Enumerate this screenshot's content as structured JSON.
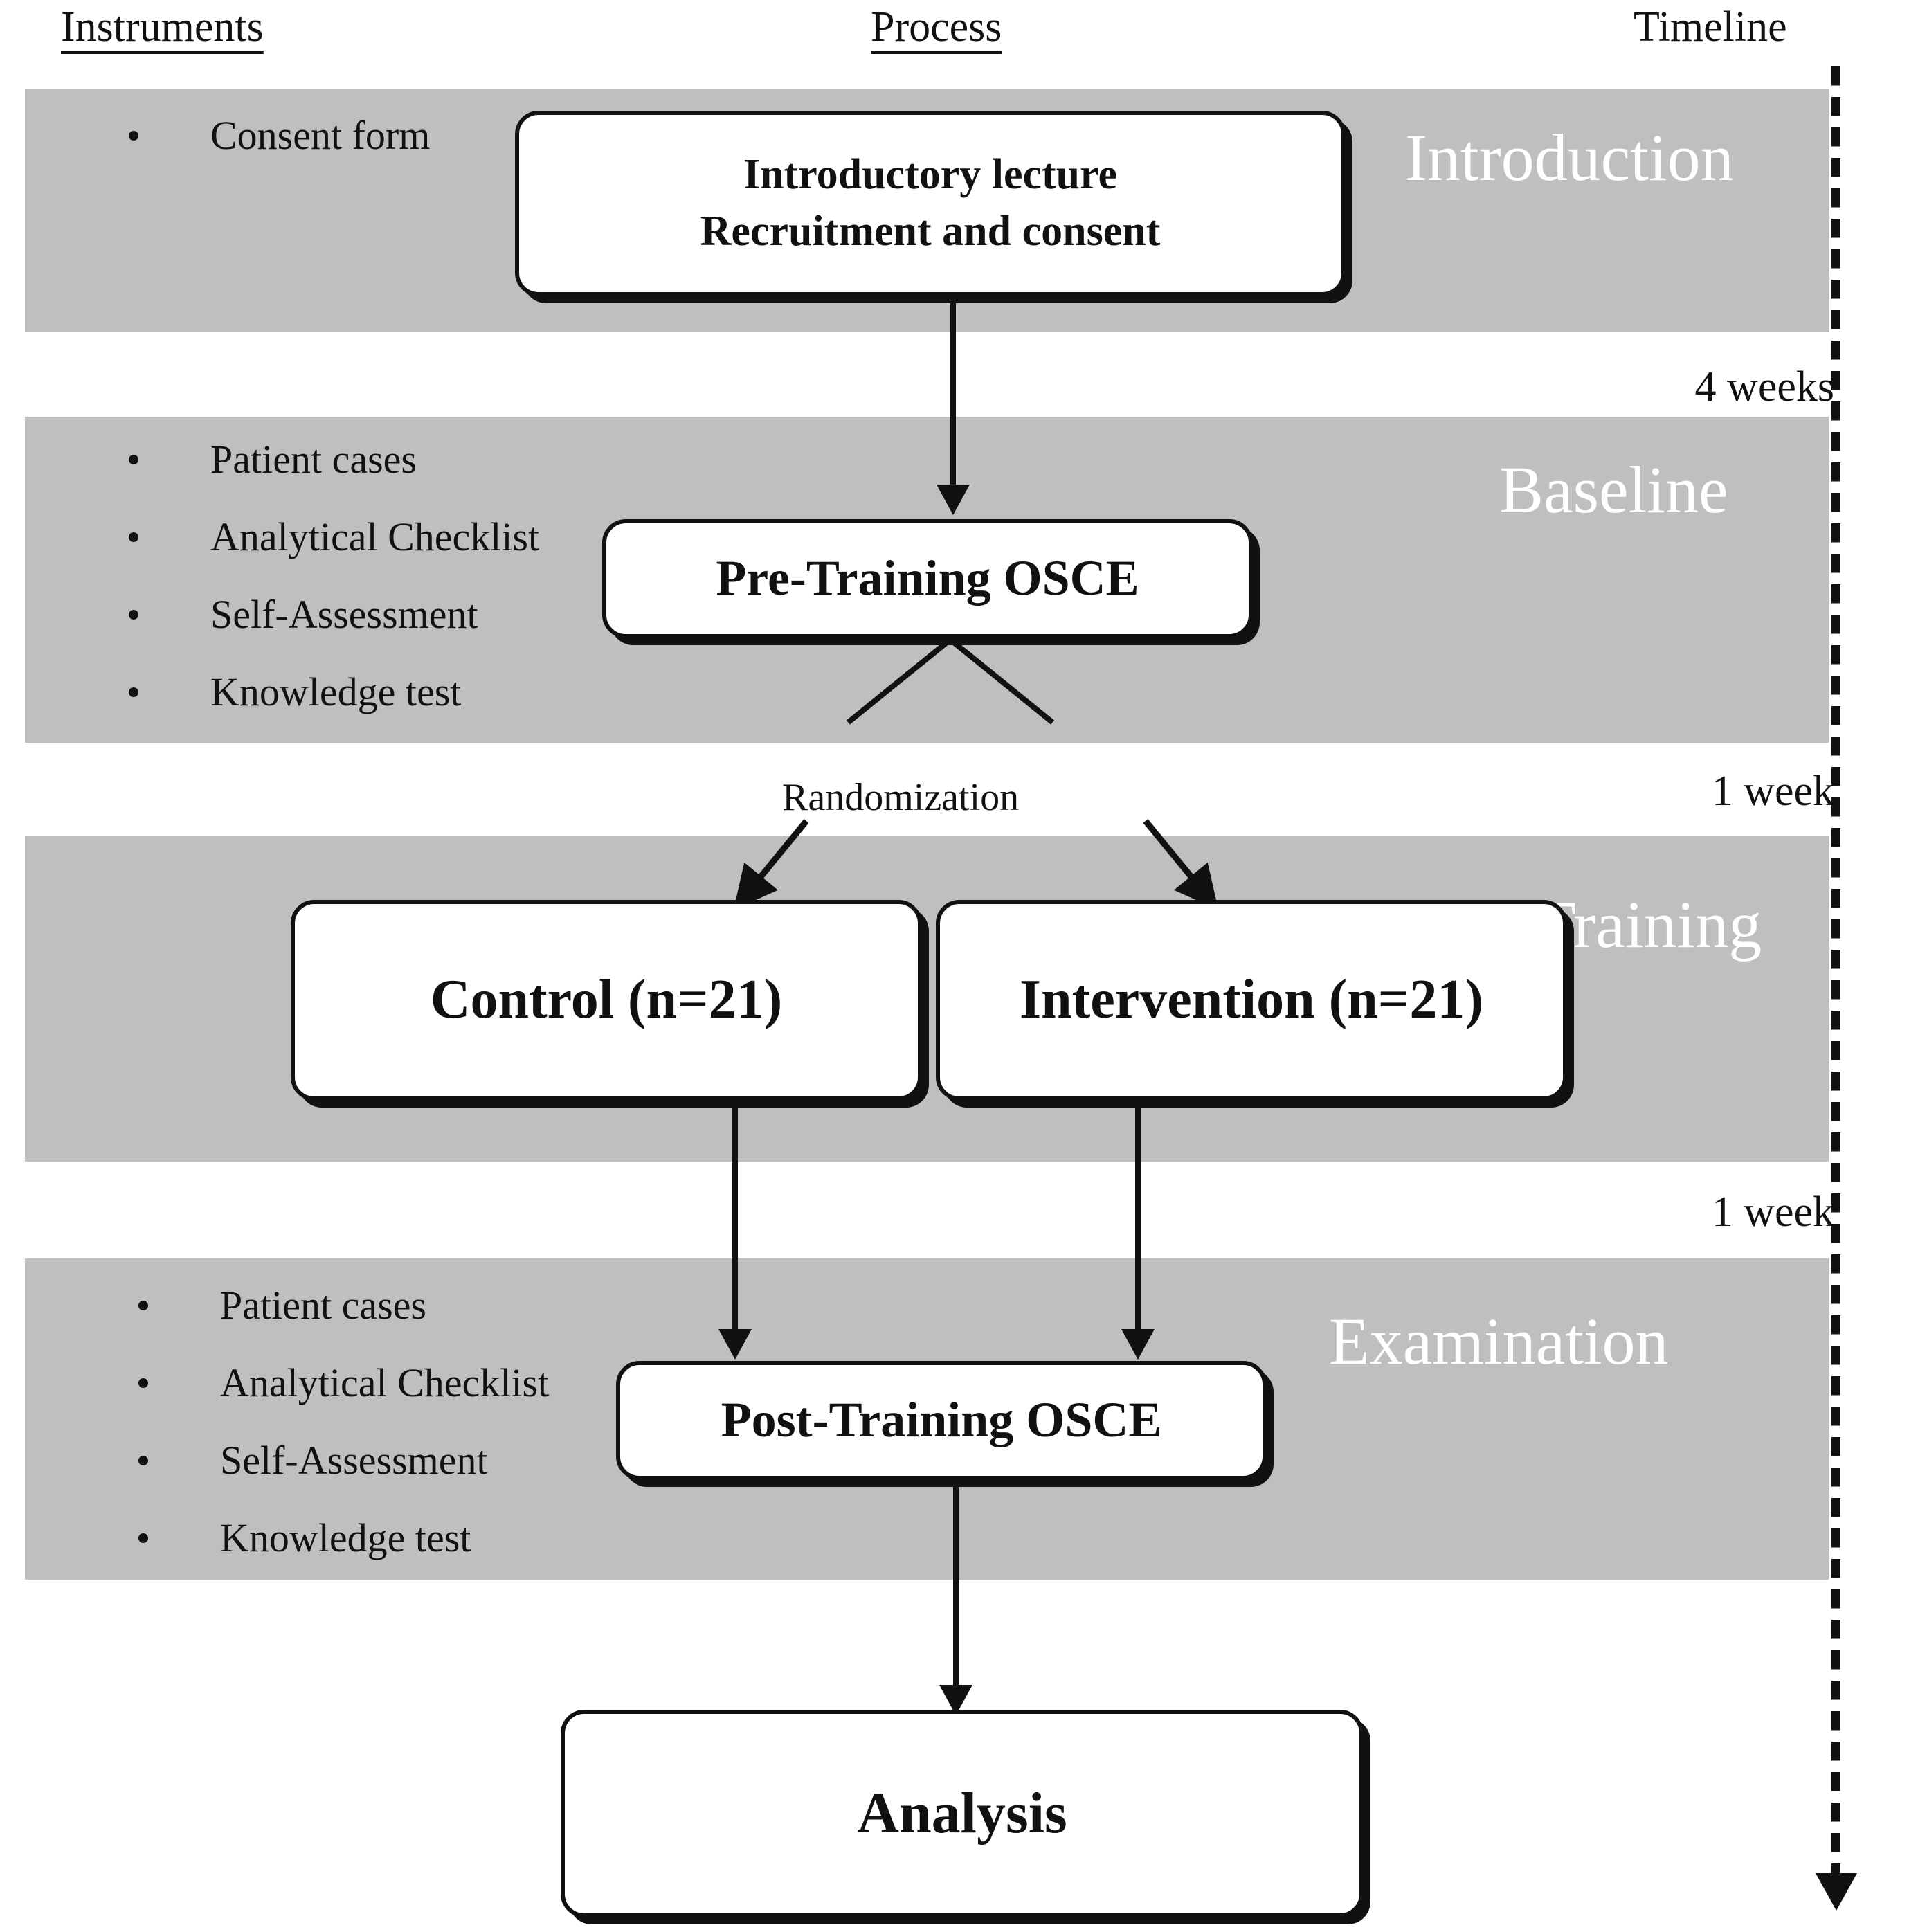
{
  "headers": {
    "instruments": "Instruments",
    "process": "Process",
    "timeline": "Timeline"
  },
  "phases": [
    {
      "key": "introduction",
      "label": "Introduction",
      "instruments": [
        "Consent form"
      ]
    },
    {
      "key": "baseline",
      "label": "Baseline",
      "instruments": [
        "Patient cases",
        "Analytical Checklist",
        "Self-Assessment",
        "Knowledge test"
      ]
    },
    {
      "key": "training",
      "label": "Training",
      "instruments": []
    },
    {
      "key": "examination",
      "label": "Examination",
      "instruments": [
        "Patient cases",
        "Analytical Checklist",
        "Self-Assessment",
        "Knowledge test"
      ]
    }
  ],
  "process_nodes": {
    "intro_box": {
      "line1": "Introductory lecture",
      "line2": "Recruitment and consent"
    },
    "pre_osce": "Pre-Training OSCE",
    "control": "Control (n=21)",
    "intervention": "Intervention (n=21)",
    "post_osce": "Post-Training OSCE",
    "analysis": "Analysis"
  },
  "randomization_label": "Randomization",
  "timeline_notes": [
    "4 weeks",
    "1 week",
    "1 week"
  ],
  "colors": {
    "band_gray": "#bfbfbf",
    "ink": "#111111",
    "band_label": "#ffffff",
    "box_fill": "#ffffff"
  }
}
